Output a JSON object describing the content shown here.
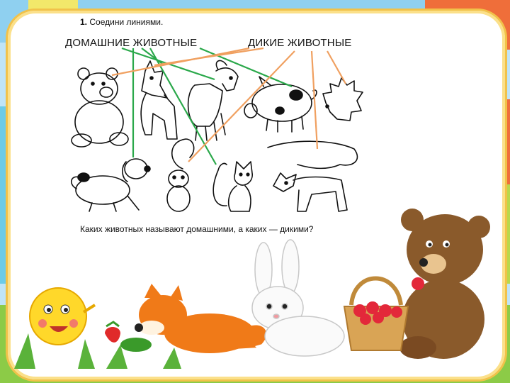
{
  "task": {
    "number": "1.",
    "text": "Соедини линиями."
  },
  "groups": {
    "domestic": "ДОМАШНИЕ ЖИВОТНЫЕ",
    "wild": "ДИКИЕ ЖИВОТНЫЕ"
  },
  "question": "Каких животных называют домашними, а каких — дикими?",
  "colors": {
    "domestic_line": "#2aa84a",
    "wild_line": "#f0a060",
    "frame": "#f1c24a",
    "fox": "#f07a18",
    "bear": "#8a5a2b",
    "kolobok": "#ffd82a"
  },
  "illustrations": {
    "worksheet_animals": [
      "bear",
      "dog",
      "goat",
      "pig",
      "hedgehog",
      "puppy",
      "squirrel",
      "cat",
      "fox"
    ],
    "decoration": [
      "kolobok",
      "strawberry",
      "fox",
      "hare",
      "bear-with-basket",
      "raspberries"
    ]
  }
}
